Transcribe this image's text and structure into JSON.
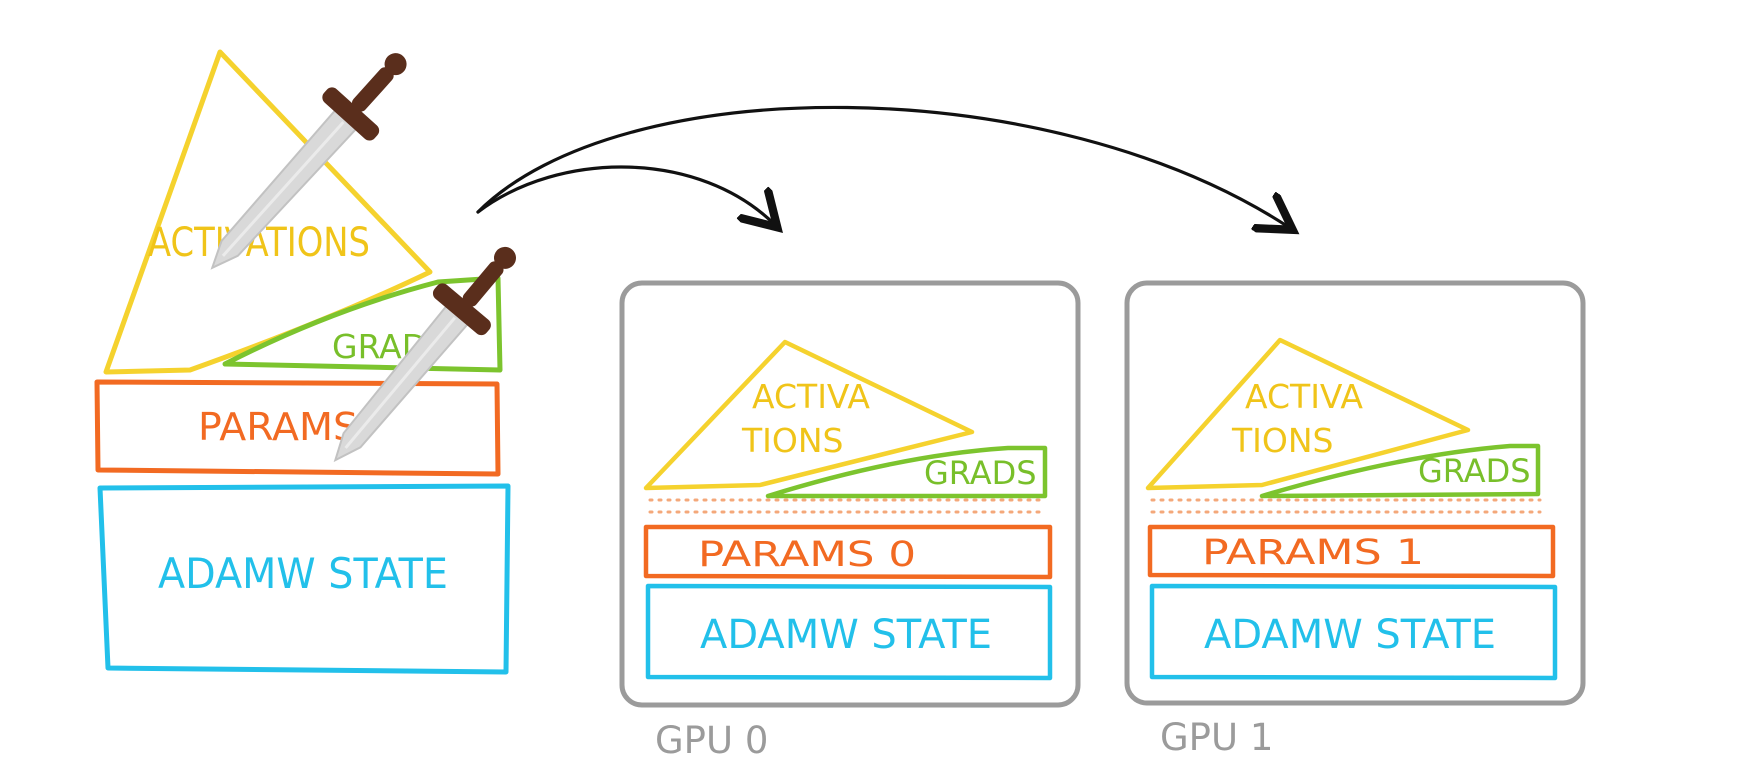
{
  "colors": {
    "activations": "#f5d22e",
    "grads": "#7cc42e",
    "params": "#f26a22",
    "adamw": "#22c0ea",
    "gpu_frame": "#9b9b9b",
    "arrow": "#111111",
    "dagger_blade": "#d9d9d9",
    "dagger_hilt": "#5a2e1c"
  },
  "icons": [
    "dagger-icon",
    "dagger-icon",
    "arrow-icon",
    "arrow-icon"
  ],
  "unsharded": {
    "activations": "ACTIVATIONS",
    "grads": "GRAD",
    "params": "PARAMS",
    "adamw": "ADAMW STATE"
  },
  "gpus": [
    {
      "label": "GPU 0",
      "activations_line1": "ACTIVA",
      "activations_line2": "TIONS",
      "grads": "GRADS",
      "params": "PARAMS 0",
      "adamw": "ADAMW STATE"
    },
    {
      "label": "GPU 1",
      "activations_line1": "ACTIVA",
      "activations_line2": "TIONS",
      "grads": "GRADS",
      "params": "PARAMS 1",
      "adamw": "ADAMW STATE"
    }
  ]
}
